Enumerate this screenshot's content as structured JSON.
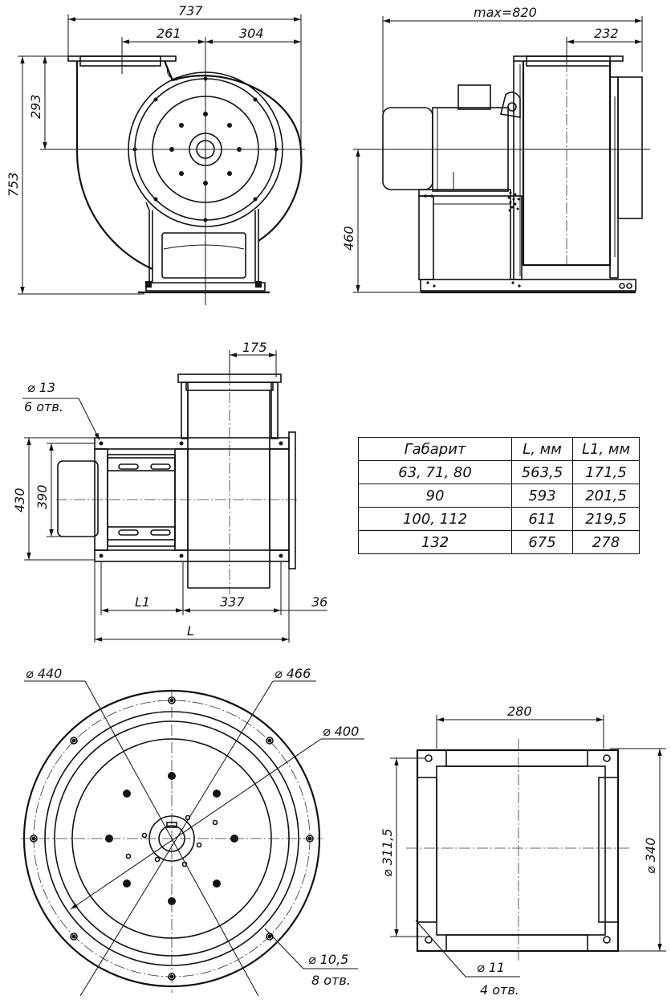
{
  "front_view": {
    "dim_overall_width": "737",
    "dim_left_to_axis": "261",
    "dim_axis_to_right": "304",
    "dim_outlet_to_axis": "293",
    "dim_overall_height": "753"
  },
  "side_view": {
    "dim_max_length": "max=820",
    "dim_outlet_offset": "232",
    "dim_axis_height": "460"
  },
  "plan_view": {
    "dim_outlet_offset": "175",
    "hole_size": "⌀ 13",
    "hole_count": "6 отв.",
    "dim_width_outer": "430",
    "dim_width_inner": "390",
    "dim_l1": "L1",
    "dim_mid": "337",
    "dim_flange": "36",
    "dim_l": "L"
  },
  "spec_table": {
    "headers": [
      "Габарит",
      "L, мм",
      "L1, мм"
    ],
    "rows": [
      [
        "63, 71, 80",
        "563,5",
        "171,5"
      ],
      [
        "90",
        "593",
        "201,5"
      ],
      [
        "100, 112",
        "611",
        "219,5"
      ],
      [
        "132",
        "675",
        "278"
      ]
    ]
  },
  "flange_inlet": {
    "dim_d1": "⌀ 440",
    "dim_d2": "⌀ 466",
    "dim_d3": "⌀ 400",
    "hole_size": "⌀ 10,5",
    "hole_count": "8 отв."
  },
  "flange_outlet": {
    "dim_width": "280",
    "dim_inner": "⌀ 311,5",
    "dim_outer": "⌀ 340",
    "hole_size": "⌀ 11",
    "hole_count": "4 отв."
  }
}
